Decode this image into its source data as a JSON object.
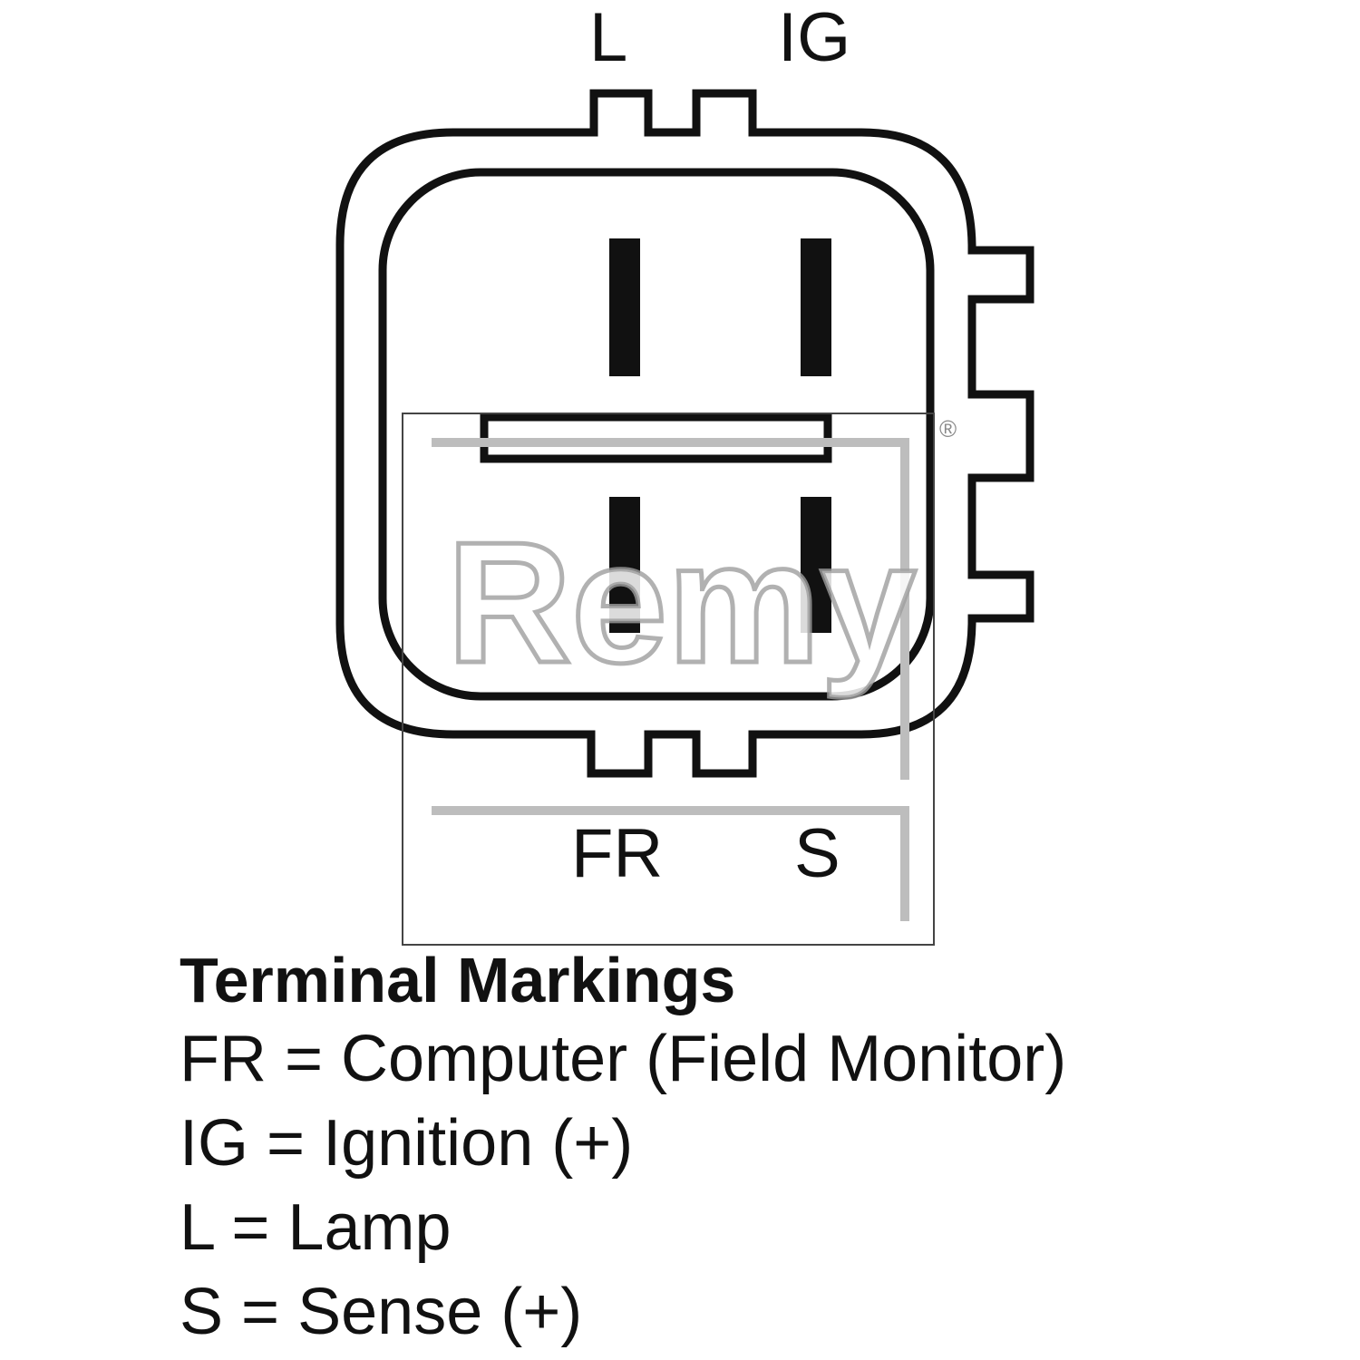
{
  "diagram": {
    "terminals": {
      "top_left": "L",
      "top_right": "IG",
      "bottom_left": "FR",
      "bottom_right": "S"
    },
    "watermark": {
      "logo_text": "Remy",
      "registered_mark": "®"
    },
    "colors": {
      "ink": "#111111",
      "watermark_gray": "#bdbdbd"
    }
  },
  "legend": {
    "title": "Terminal Markings",
    "entries": [
      "FR = Computer (Field Monitor)",
      "IG = Ignition (+)",
      "L = Lamp",
      "S = Sense (+)"
    ]
  }
}
